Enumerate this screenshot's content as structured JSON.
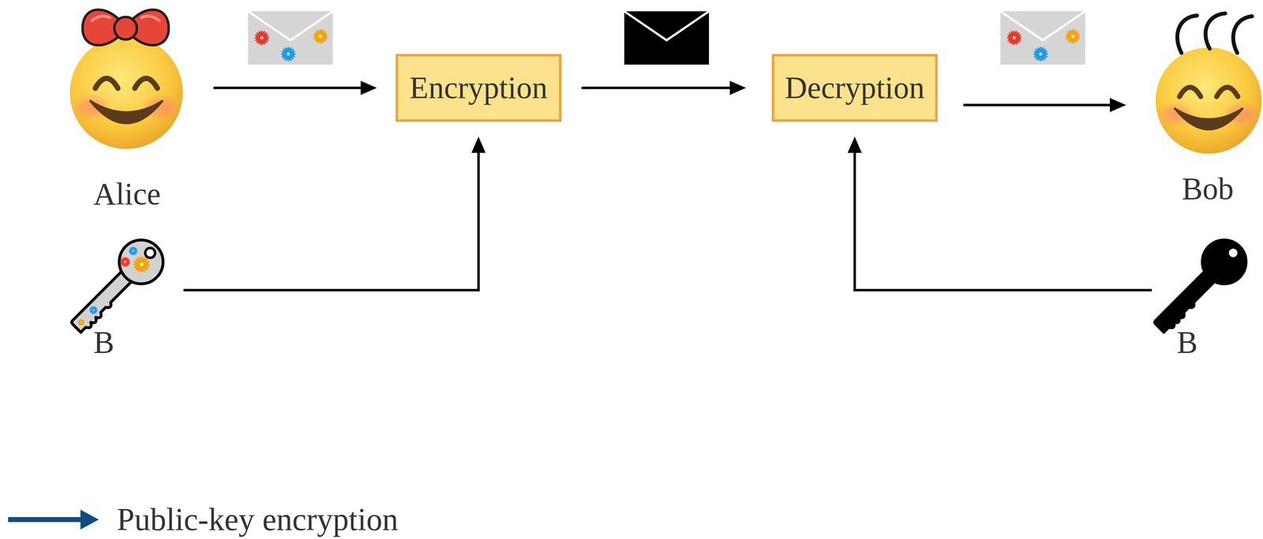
{
  "diagram": {
    "nodes": [
      {
        "text": [
          "Alice"
        ]
      },
      {
        "text": [
          "Encryption"
        ]
      },
      {
        "text": [
          "Decryption"
        ]
      },
      {
        "text": [
          "Bob"
        ]
      },
      {
        "text": [
          "B"
        ]
      },
      {
        "text": [
          "B"
        ]
      }
    ],
    "edges": [
      {
        "from": 0,
        "to": 1,
        "arrow": "to"
      },
      {
        "from": 1,
        "to": 2,
        "arrow": "to"
      },
      {
        "from": 2,
        "to": 3,
        "arrow": "to"
      },
      {
        "from": 4,
        "to": 1,
        "arrow": "to"
      },
      {
        "from": 5,
        "to": 2,
        "arrow": "to"
      }
    ],
    "legend": [
      {
        "text": "Public-key encryption"
      }
    ]
  }
}
